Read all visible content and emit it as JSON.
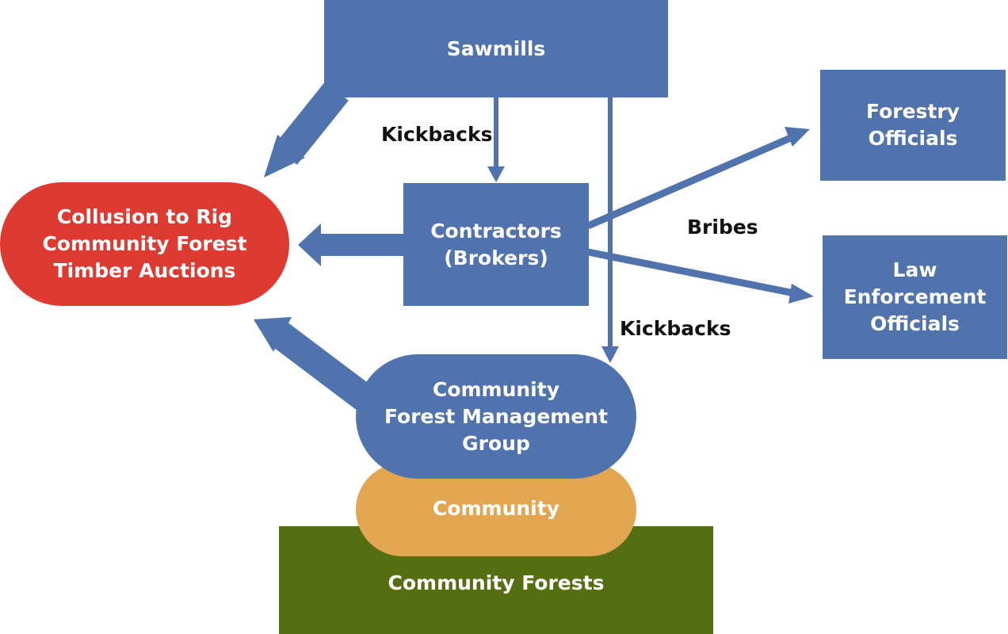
{
  "colors": {
    "blue": "#5073ae",
    "red": "#dd3a31",
    "orange": "#e2a651",
    "green": "#566e12",
    "text": "#ffffff",
    "label": "#111111"
  },
  "nodes": {
    "sawmills": "Sawmills",
    "forestry_officials": "Forestry\nOfficials",
    "collusion": "Collusion to Rig\nCommunity Forest\nTimber Auctions",
    "contractors": "Contractors\n(Brokers)",
    "law_enforcement": "Law\nEnforcement\nOfficials",
    "cfmg": "Community\nForest Management\nGroup",
    "community": "Community",
    "community_forests": "Community Forests"
  },
  "labels": {
    "kickbacks_1": "Kickbacks",
    "bribes": "Bribes",
    "kickbacks_2": "Kickbacks"
  }
}
